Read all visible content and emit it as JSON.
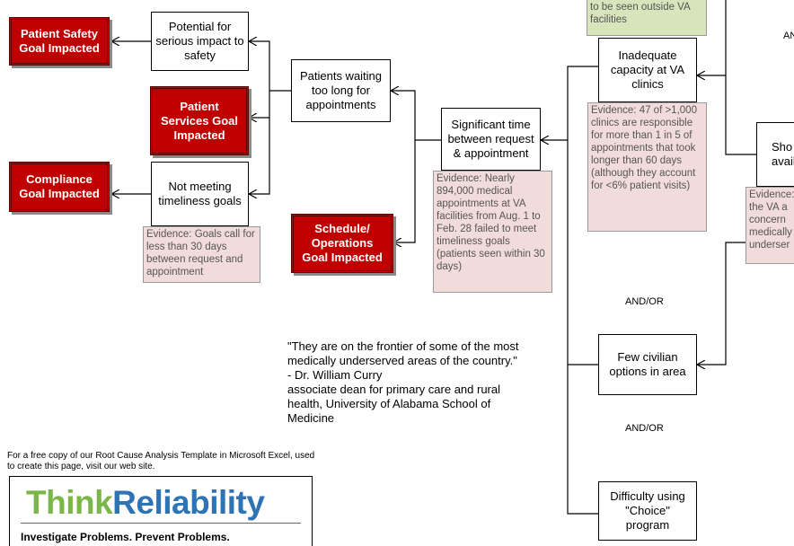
{
  "goals": {
    "patient_safety": "Patient Safety Goal Impacted",
    "patient_services": "Patient Services Goal Impacted",
    "compliance": "Compliance Goal Impacted",
    "schedule": "Schedule/ Operations Goal Impacted"
  },
  "nodes": {
    "serious_impact": "Potential for serious impact to safety",
    "patients_waiting": "Patients waiting too long for appointments",
    "not_meeting": "Not meeting timeliness goals",
    "significant_time": "Significant time between request & appointment",
    "inadequate_capacity": "Inadequate capacity at VA clinics",
    "few_civilian": "Few civilian options in area",
    "difficulty_choice": "Difficulty using \"Choice\" program",
    "shortage_partial": "Sho availa"
  },
  "evidence": {
    "goals_call": "Evidence: Goals call for less than 30 days between request and appointment",
    "nearly_894000": "Evidence: Nearly 894,000 medical appointments at VA facilities from Aug. 1 to Feb. 28 failed to meet timeliness goals (patients seen within 30 days)",
    "clinics_47": "Evidence: 47 of >1,000 clinics are responsible for more than 1 in 5 of appointments that took longer than 60 days (although they account for <6% patient visits)",
    "right_partial": "Evidence: the VA a concern medically underser",
    "green_partial": "to be seen outside VA facilities"
  },
  "connectors": {
    "and_or_1": "AND/OR",
    "and_or_2": "AND/OR",
    "and_partial": "AN"
  },
  "quote": {
    "text": "\"They are on the frontier of some of the most medically underserved areas of the country.\"",
    "author": "- Dr. William Curry",
    "affiliation": "associate dean for primary care and rural health, University of Alabama School of Medicine"
  },
  "footer": {
    "note": "For a free copy of our Root Cause Analysis Template in Microsoft Excel, used to create this page, visit our web site.",
    "logo_think": "Think",
    "logo_reliability": "Reliability",
    "tagline": "Investigate Problems. Prevent Problems."
  },
  "colors": {
    "goal_red": "#c00000",
    "evidence_pink": "#f2dcdb",
    "evidence_green": "#d8e4bc",
    "logo_green": "#7ab648",
    "logo_blue": "#2e74b5"
  }
}
